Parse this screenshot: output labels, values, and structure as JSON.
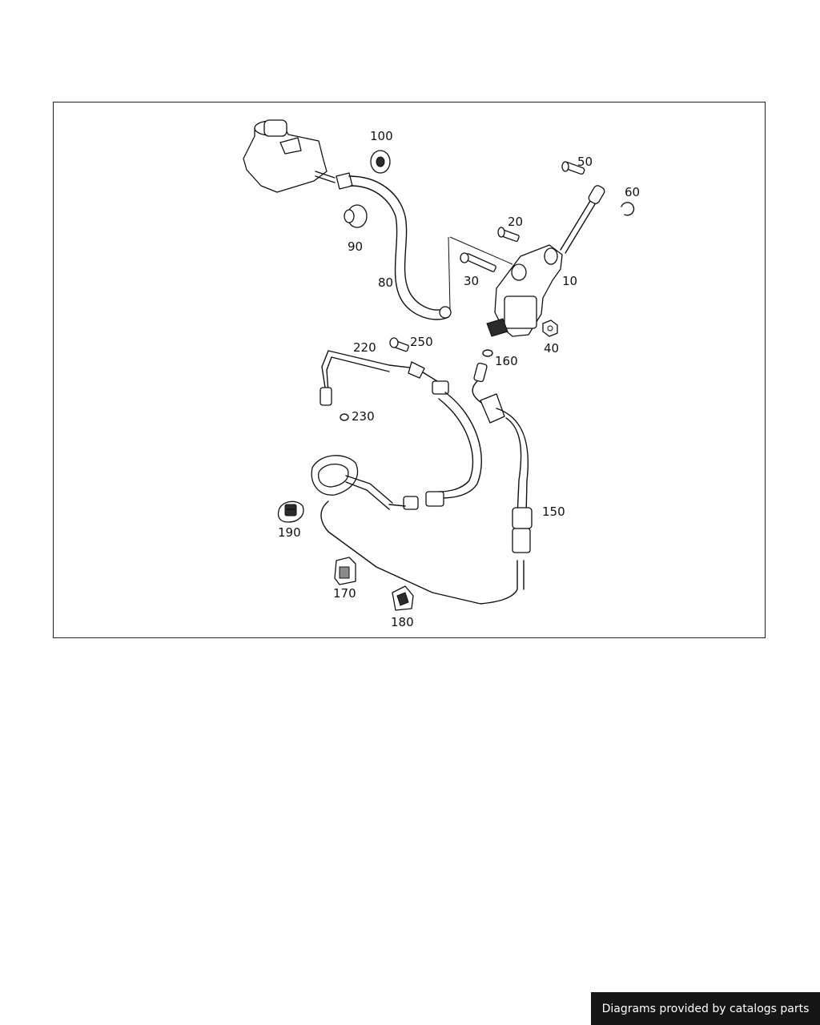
{
  "diagram": {
    "callouts": [
      {
        "id": "10",
        "text": "10"
      },
      {
        "id": "20",
        "text": "20"
      },
      {
        "id": "30",
        "text": "30"
      },
      {
        "id": "40",
        "text": "40"
      },
      {
        "id": "50",
        "text": "50"
      },
      {
        "id": "60",
        "text": "60"
      },
      {
        "id": "80",
        "text": "80"
      },
      {
        "id": "90",
        "text": "90"
      },
      {
        "id": "100",
        "text": "100"
      },
      {
        "id": "150",
        "text": "150"
      },
      {
        "id": "160",
        "text": "160"
      },
      {
        "id": "170",
        "text": "170"
      },
      {
        "id": "180",
        "text": "180"
      },
      {
        "id": "190",
        "text": "190"
      },
      {
        "id": "220",
        "text": "220"
      },
      {
        "id": "230",
        "text": "230"
      },
      {
        "id": "250",
        "text": "250"
      }
    ]
  },
  "footer": {
    "credit": "Diagrams provided by catalogs parts"
  }
}
